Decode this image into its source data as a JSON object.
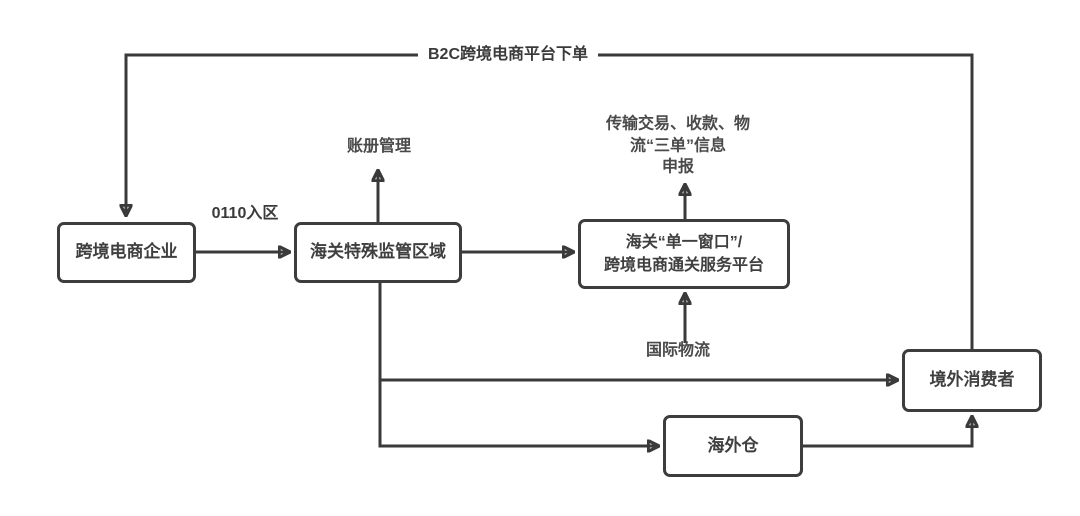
{
  "diagram": {
    "nodes": {
      "enterprise": {
        "label": "跨境电商企业"
      },
      "customs_zone": {
        "label": "海关特殊监管区域"
      },
      "single_window": {
        "lines": [
          "海关“单一窗口”/",
          "跨境电商通关服务平台"
        ]
      },
      "overseas_consumer": {
        "label": "境外消费者"
      },
      "overseas_warehouse": {
        "label": "海外仓"
      }
    },
    "edges": {
      "b2c_order": {
        "label": "B2C跨境电商平台下单"
      },
      "zone_entry": {
        "label": "0110入区"
      },
      "ledger_management": {
        "label": "账册管理"
      },
      "three_docs_declare": {
        "lines": [
          "传输交易、收款、物",
          "流“三单”信息",
          "申报"
        ]
      },
      "intl_logistics": {
        "label": "国际物流"
      }
    },
    "colors": {
      "background": "#ffffff",
      "line": "#3a3a3a",
      "box_border": "#3d3d3d",
      "box_fill": "#ffffff",
      "box_text": "#3f3f3f",
      "label_text": "#4a4a4a"
    }
  }
}
